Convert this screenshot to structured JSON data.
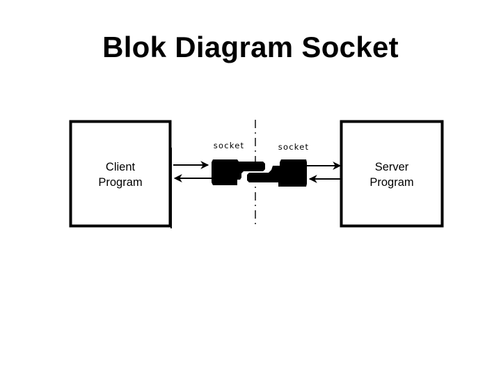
{
  "title": "Blok Diagram Socket",
  "client": {
    "line1": "Client",
    "line2": "Program"
  },
  "server": {
    "line1": "Server",
    "line2": "Program"
  },
  "sockets": {
    "left_label": "socket",
    "right_label": "socket"
  }
}
